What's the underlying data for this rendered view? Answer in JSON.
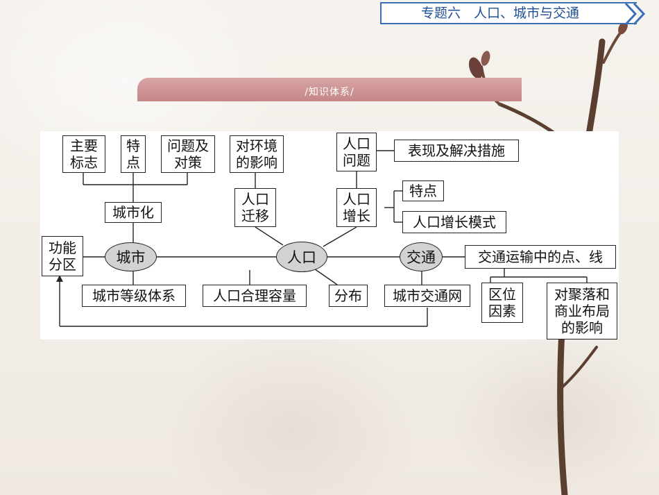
{
  "header": {
    "title": "专题六　人口、城市与交通"
  },
  "section": {
    "title": "/知识体系/"
  },
  "diagram": {
    "nodes": {
      "zhuyao_biaozhi": "主要\n标志",
      "tedian_city": "特\n点",
      "wenti_duice": "问题及\n对策",
      "chengshihua": "城市化",
      "gongneng_fenqu": "功能\n分区",
      "chengshi": "城市",
      "chengshi_dengji": "城市等级体系",
      "dui_huanjing": "对环境\n的影响",
      "renkou_qianyi": "人口\n迁移",
      "renkou": "人口",
      "heli_rongliang": "人口合理容量",
      "fenbu": "分布",
      "renkou_wenti": "人口\n问题",
      "biaoxian_jiejue": "表现及解决措施",
      "renkou_zengzhang": "人口\n增长",
      "tedian_pop": "特点",
      "zengzhang_moshi": "人口增长模式",
      "jiaotong": "交通",
      "jiaotong_yunshu": "交通运输中的点、线",
      "chengshi_jiaotongwang": "城市交通网",
      "quwei_yinsu": "区位\n因素",
      "dui_juluo": "对聚落和\n商业布局\n的影响"
    }
  }
}
